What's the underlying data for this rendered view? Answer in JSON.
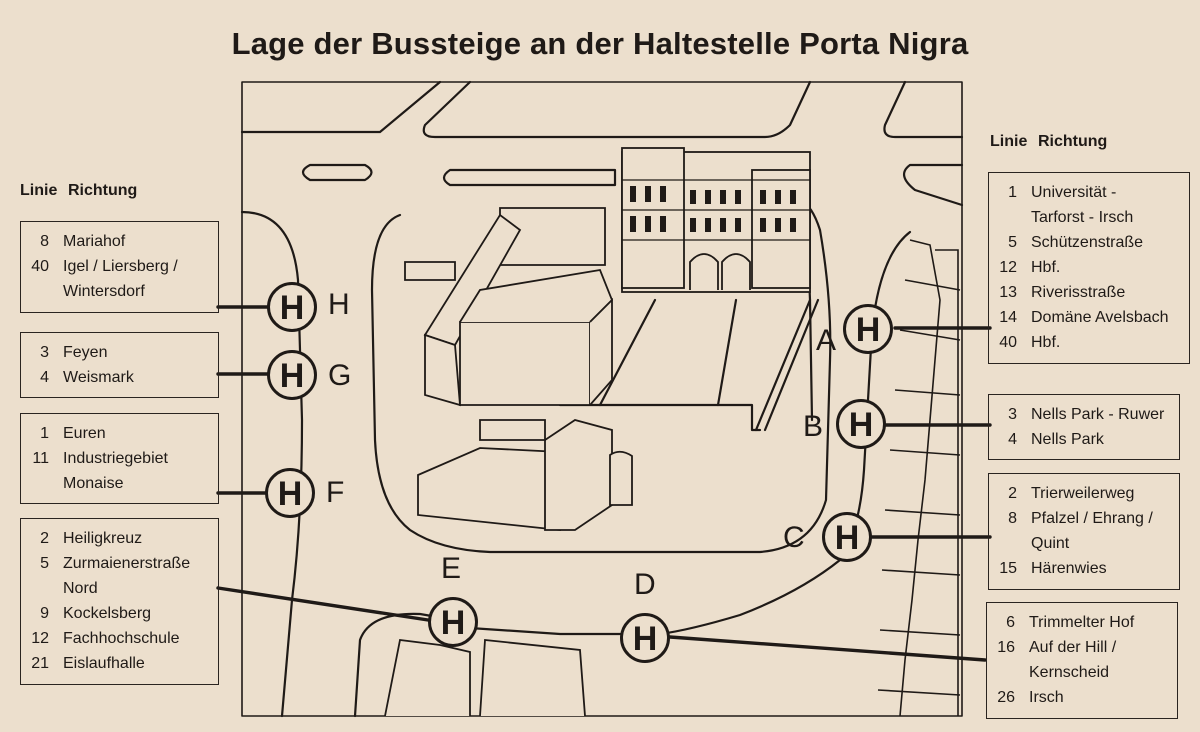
{
  "title": "Lage der Bussteige an der Haltestelle Porta Nigra",
  "header": {
    "linie": "Linie",
    "richtung": "Richtung"
  },
  "stop_symbol": "H",
  "platforms": {
    "H": {
      "letter": "H",
      "routes": [
        {
          "line": "8",
          "direction": "Mariahof"
        },
        {
          "line": "40",
          "direction": "Igel / Liersberg /"
        },
        {
          "line": "",
          "direction": "Wintersdorf"
        }
      ]
    },
    "G": {
      "letter": "G",
      "routes": [
        {
          "line": "3",
          "direction": "Feyen"
        },
        {
          "line": "4",
          "direction": "Weismark"
        }
      ]
    },
    "F": {
      "letter": "F",
      "routes": [
        {
          "line": "1",
          "direction": "Euren"
        },
        {
          "line": "11",
          "direction": "Industriegebiet"
        },
        {
          "line": "",
          "direction": "Monaise"
        }
      ]
    },
    "E": {
      "letter": "E",
      "routes": [
        {
          "line": "2",
          "direction": "Heiligkreuz"
        },
        {
          "line": "5",
          "direction": "Zurmaienerstraße"
        },
        {
          "line": "",
          "direction": "Nord"
        },
        {
          "line": "9",
          "direction": "Kockelsberg"
        },
        {
          "line": "12",
          "direction": "Fachhochschule"
        },
        {
          "line": "21",
          "direction": "Eislaufhalle"
        }
      ]
    },
    "A": {
      "letter": "A",
      "routes": [
        {
          "line": "1",
          "direction": "Universität -"
        },
        {
          "line": "",
          "direction": "Tarforst - Irsch"
        },
        {
          "line": "5",
          "direction": "Schützenstraße"
        },
        {
          "line": "12",
          "direction": "Hbf."
        },
        {
          "line": "13",
          "direction": "Riverisstraße"
        },
        {
          "line": "14",
          "direction": "Domäne Avelsbach"
        },
        {
          "line": "40",
          "direction": "Hbf."
        }
      ]
    },
    "B": {
      "letter": "B",
      "routes": [
        {
          "line": "3",
          "direction": "Nells Park - Ruwer"
        },
        {
          "line": "4",
          "direction": "Nells Park"
        }
      ]
    },
    "C": {
      "letter": "C",
      "routes": [
        {
          "line": "2",
          "direction": "Trierweilerweg"
        },
        {
          "line": "8",
          "direction": "Pfalzel / Ehrang /"
        },
        {
          "line": "",
          "direction": "Quint"
        },
        {
          "line": "15",
          "direction": "Härenwies"
        }
      ]
    },
    "D": {
      "letter": "D",
      "routes": [
        {
          "line": "6",
          "direction": "Trimmelter Hof"
        },
        {
          "line": "16",
          "direction": "Auf der Hill /"
        },
        {
          "line": "",
          "direction": "Kernscheid"
        },
        {
          "line": "26",
          "direction": "Irsch"
        }
      ]
    }
  },
  "colors": {
    "paper": "#ecdfcd",
    "ink": "#1f1a17"
  }
}
